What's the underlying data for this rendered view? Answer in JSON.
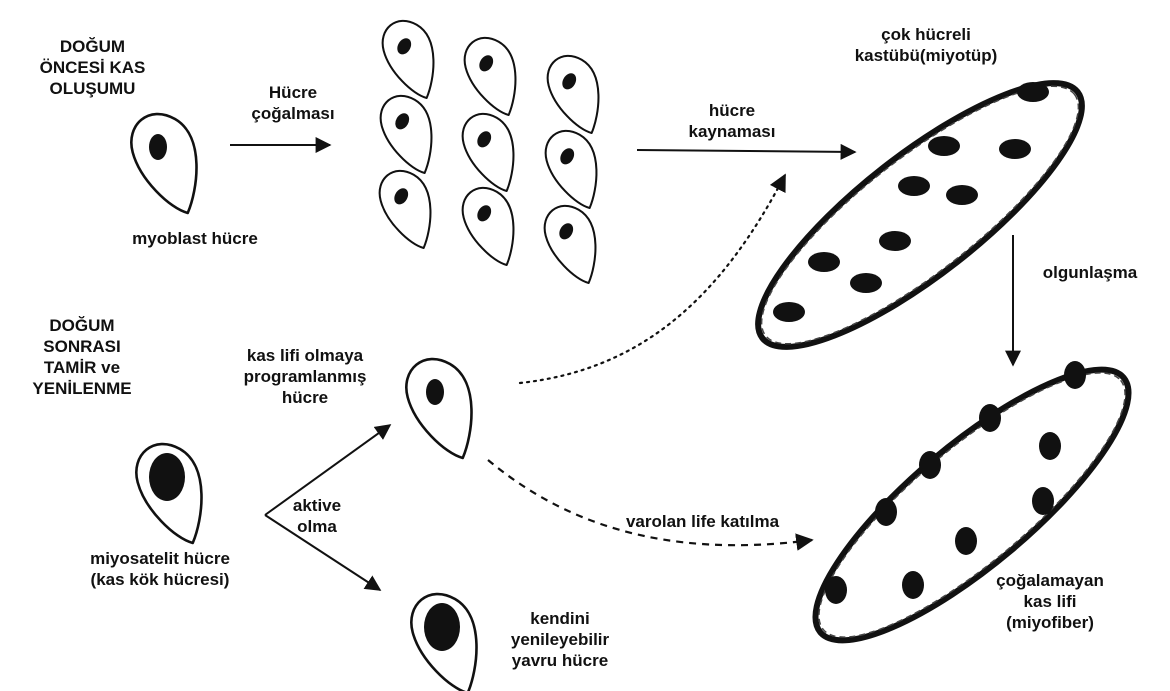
{
  "labels": {
    "prenatal_title": "DOĞUM\nÖNCESİ KAS\nOLUŞUMU",
    "postnatal_title": "DOĞUM\nSONRASI\nTAMİR ve\nYENİLENME",
    "myoblast": "myoblast hücre",
    "proliferation": "Hücre\nçoğalması",
    "fusion": "hücre\nkaynaması",
    "myotube": "çok hücreli\nkastübü(miyotüp)",
    "maturation": "olgunlaşma",
    "committed_cell": "kas lifi olmaya\nprogramlanmış\nhücre",
    "activation": "aktive\nolma",
    "satellite_cell": "miyosatelit hücre\n(kas kök hücresi)",
    "join_fiber": "varolan life katılma",
    "myofiber": "çoğalamayan\nkas lifi\n(miyofiber)",
    "self_renew": "kendini\nyenileyebilir\nyavru hücre"
  },
  "colors": {
    "ink": "#111111",
    "fill": "#ffffff"
  }
}
